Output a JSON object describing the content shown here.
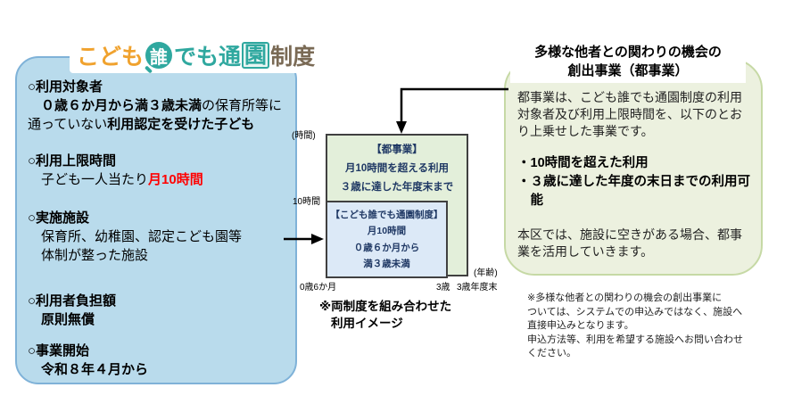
{
  "logo": {
    "part_kodomo": "こども",
    "part_dare": "誰",
    "part_demo": "でも",
    "part_tsu": "通",
    "part_en": "園",
    "part_seido": "制度"
  },
  "left_panel": {
    "s1_heading": "○利用対象者",
    "s1_bold1": "０歳６か月から満３歳未満",
    "s1_reg1": "の保育所等に通っていない",
    "s1_bold2": "利用認定を受けた子ども",
    "s2_heading": "○利用上限時間",
    "s2_reg1": "子ども一人当たり",
    "s2_red": "月10時間",
    "s3_heading": "○実施施設",
    "s3_line1": "保育所、幼稚園、認定こども園等",
    "s3_line2": "体制が整った施設",
    "s4_heading": "○利用者負担額",
    "s4_body": "原則無償",
    "s5_heading": "○事業開始",
    "s5_body": "令和８年４月から"
  },
  "diagram": {
    "y_axis_unit": "(時間)",
    "y_tick_10h": "10時間",
    "x_tick_start": "0歳6か月",
    "x_tick_3sai": "3歳",
    "x_tick_3nendo": "3歳年度末",
    "x_axis_unit": "(年齢)",
    "outer_box_line1": "【都事業】",
    "outer_box_line2": "月10時間を超える利用",
    "outer_box_line3": "３歳に達した年度末まで",
    "inner_box_line1": "【こども誰でも通園制度】",
    "inner_box_line2": "月10時間",
    "inner_box_line3": "０歳６か月から",
    "inner_box_line4": "満３歳未満",
    "caption_line1": "※両制度を組み合わせた",
    "caption_line2": "利用イメージ"
  },
  "right_panel": {
    "title_line1": "多様な他者との関わりの機会の",
    "title_line2": "創出事業（都事業）",
    "intro": "都事業は、こども誰でも通園制度の利用対象者及び利用上限時間を、以下のとおり上乗せした事業です。",
    "bullet1": "・10時間を超えた利用",
    "bullet2": "・３歳に達した年度の末日までの利用可能",
    "closing": "本区では、施設に空きがある場合、都事業を活用していきます。"
  },
  "notes": {
    "line1": "※多様な他者との関わりの機会の創出事業に",
    "line2": "ついては、システムでの申込みではなく、施設へ",
    "line3": "直接申込みとなります。",
    "line4": "申込方法等、利用を希望する施設へお問い合わせ",
    "line5": "ください。"
  },
  "colors": {
    "left_box_fill": "#B9DBEC",
    "left_box_border": "#7FB2D8",
    "green_box_fill": "#ECF1DF",
    "green_box_border": "#C6D9A5",
    "chart_outer_fill": "#E3EFDA",
    "chart_inner_fill": "#DCE9F7",
    "chart_text": "#1F3864",
    "highlight_red": "#FF0000",
    "logo_orange": "#F0A22E",
    "logo_teal": "#2FA89F",
    "logo_brown": "#7A6A55"
  }
}
